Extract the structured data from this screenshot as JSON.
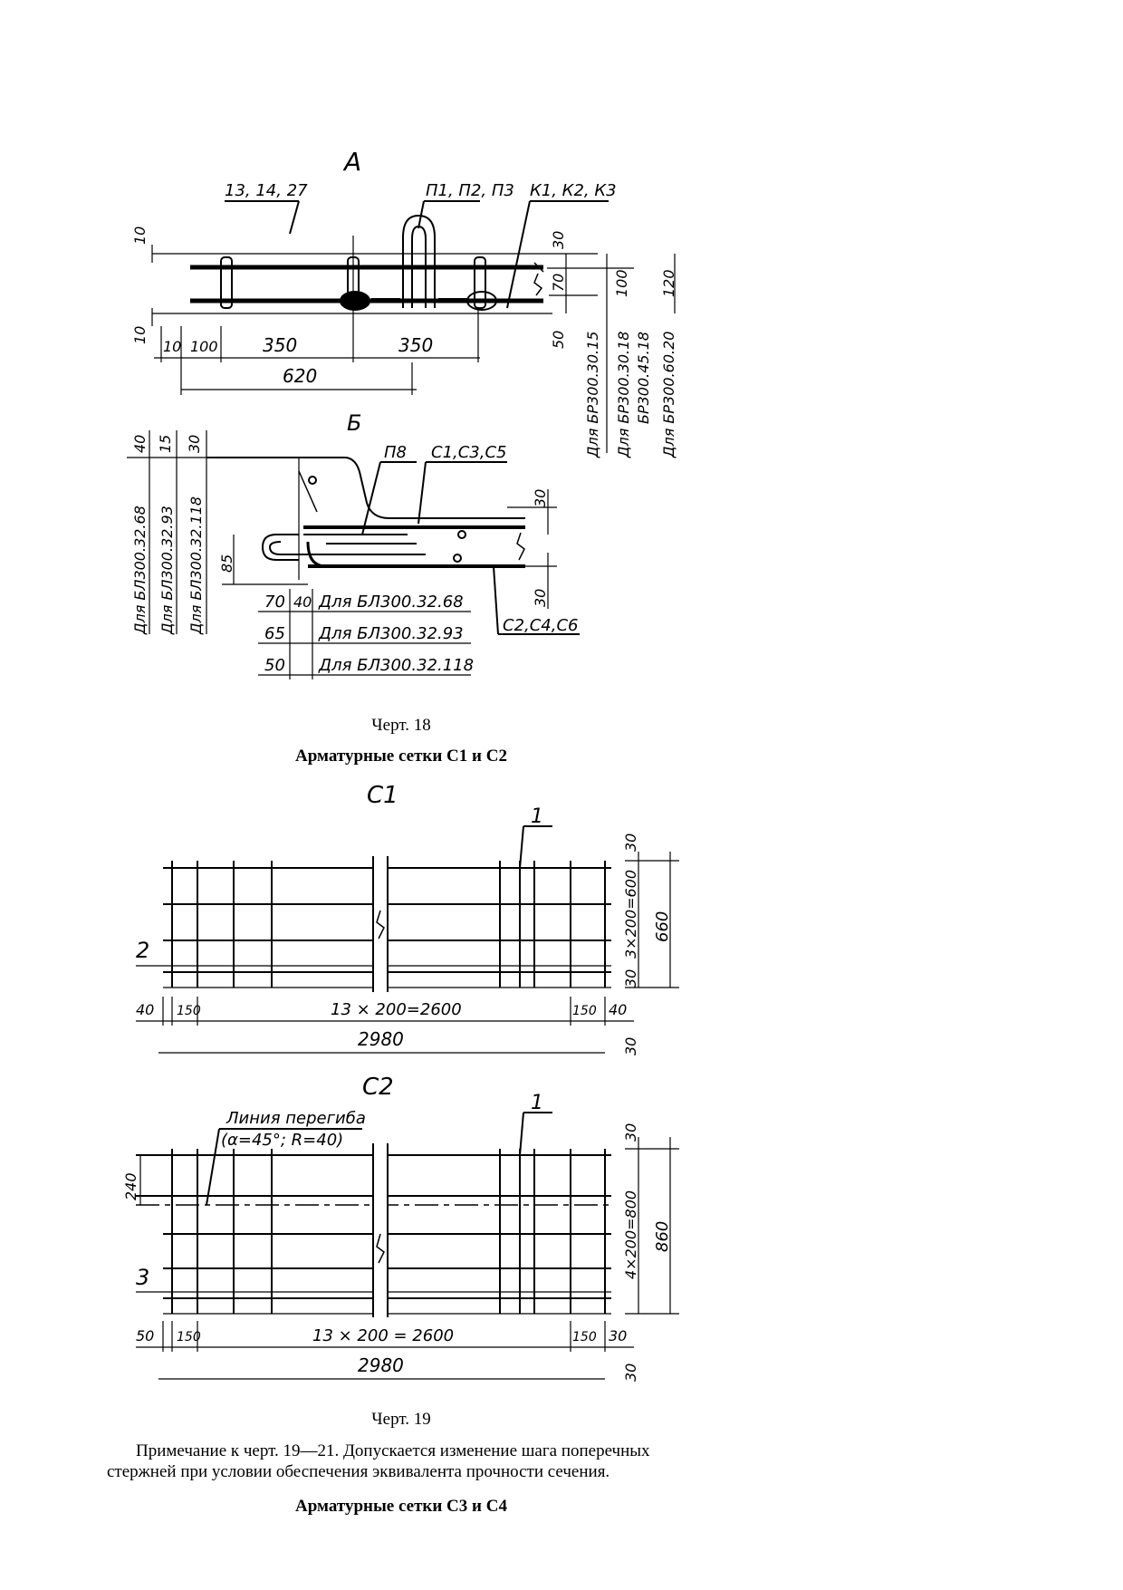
{
  "fig18": {
    "a": {
      "label": "А",
      "call_1": "13, 14, 27",
      "call_2": "П1, П2, П3",
      "call_3": "К1, К2, К3",
      "dim_10_top": "10",
      "dim_10_bottom": "10",
      "dim_30": "30",
      "dim_70": "70",
      "dim_50": "50",
      "dim_100": "100",
      "dim_120": "120",
      "dim_bottom": [
        "10",
        "100",
        "350",
        "350"
      ],
      "dim_620": "620",
      "vert_labels": [
        "Для БР300.30.15",
        "Для БР300.30.18",
        "БР300.45.18",
        "Для БР300.60.20"
      ]
    },
    "b": {
      "label": "Б",
      "dims_top": [
        "40",
        "15",
        "30"
      ],
      "vert_labels": [
        "Для БЛ300.32.68",
        "Для БЛ300.32.93",
        "Для БЛ300.32.118"
      ],
      "call_p8": "П8",
      "call_c135": "С1,С3,С5",
      "call_c246": "С2,С4,С6",
      "dim_30a": "30",
      "dim_30b": "30",
      "dim_85": "85",
      "rows": [
        {
          "a": "70",
          "b": "40",
          "text": "Для БЛ300.32.68"
        },
        {
          "a": "65",
          "text": "Для БЛ300.32.93"
        },
        {
          "a": "50",
          "text": "Для БЛ300.32.118"
        }
      ]
    }
  },
  "caption18": "Черт. 18",
  "title19": "Арматурные сетки С1 и С2",
  "fig19": {
    "c1": {
      "label": "С1",
      "pos_1": "1",
      "pos_2": "2",
      "dim_30_top": "30",
      "dim_3x200": "3×200=600",
      "dim_660": "660",
      "dim_30_bottom": "30",
      "dims": [
        "40",
        "150",
        "13 × 200=2600",
        "150",
        "40"
      ],
      "total": "2980",
      "dim_30_right": "30"
    },
    "c2": {
      "label": "С2",
      "bend_line": "Линия перегиба",
      "bend_params": "(α=45°; R=40)",
      "pos_1": "1",
      "pos_3": "3",
      "dim_240": "240",
      "dim_30_top": "30",
      "dim_4x200": "4×200=800",
      "dim_860": "860",
      "dims": [
        "50",
        "150",
        "13 × 200 = 2600",
        "150",
        "30"
      ],
      "total": "2980",
      "dim_30_right": "30"
    }
  },
  "caption19": "Черт. 19",
  "note": "Примечание к черт. 19—21. Допускается изменение шага поперечных стержней при условии обеспечения эквивалента прочности сечения.",
  "title20": "Арматурные сетки С3 и С4"
}
